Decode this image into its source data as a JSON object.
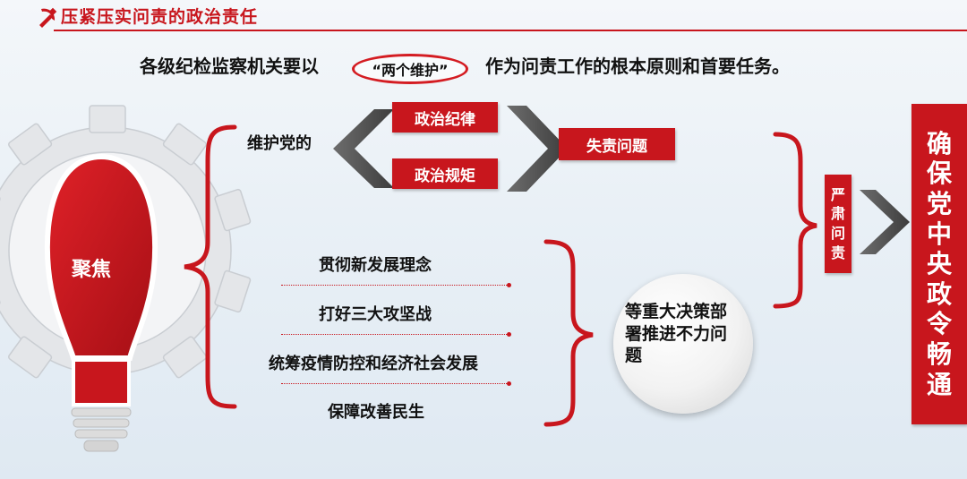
{
  "header": {
    "title": "压紧压实问责的政治责任"
  },
  "subtitle": {
    "before": "各级纪检监察机关要以",
    "highlight": "“两个维护”",
    "after": "作为问责工作的根本原则和首要任务。"
  },
  "bulb": {
    "label": "聚焦"
  },
  "upper_branch": {
    "subject": "维护党的",
    "box1": "政治纪律",
    "box2": "政治规矩",
    "result": "失责问题"
  },
  "lower_branch": {
    "items": [
      "贯彻新发展理念",
      "打好三大攻坚战",
      "统筹疫情防控和经济社会发展",
      "保障改善民生"
    ],
    "result": "等重大决策部署推进不力问题"
  },
  "accountability": {
    "label": "严肃问责",
    "chars": [
      "严",
      "肃",
      "问",
      "责"
    ]
  },
  "conclusion": {
    "label": "确保党中央政令畅通",
    "chars": [
      "确",
      "保",
      "党",
      "中",
      "央",
      "政",
      "令",
      "畅",
      "通"
    ]
  },
  "colors": {
    "primary_red": "#c8161d",
    "dark_gray": "#555555",
    "background": "#eaf1f7"
  }
}
